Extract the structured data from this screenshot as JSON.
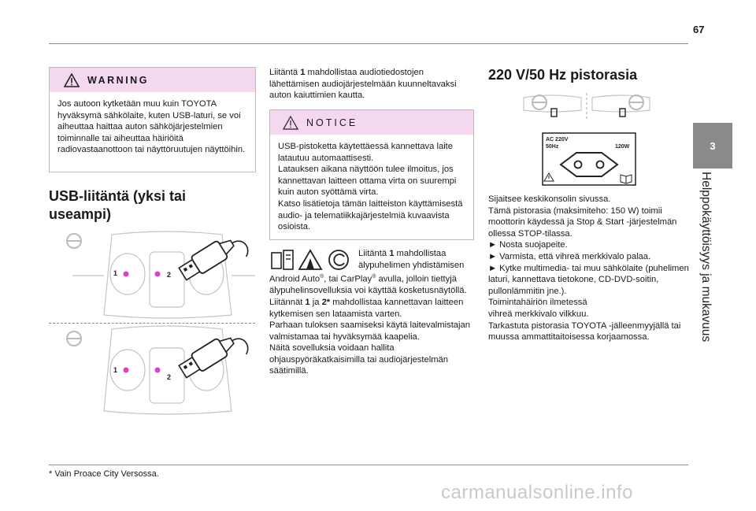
{
  "page_number": "67",
  "chapter_tab": "3",
  "chapter_title": "Helppokäyttöisyys ja mukavuus",
  "warning": {
    "title": "WARNING",
    "text": "Jos autoon kytketään muu kuin TOYOTA hyväksymä sähkölaite, kuten USB-laturi, se voi aiheuttaa haittaa auton sähköjärjestelmien toiminnalle tai aiheuttaa häiriöitä radiovastaanottoon tai näyttöruutujen näyttöihin."
  },
  "usb_heading": "USB-liitäntä (yksi tai useampi)",
  "diagram_labels": {
    "port1": "1",
    "port2": "2"
  },
  "col2_intro_pre": "Liitäntä ",
  "col2_intro_bold": "1",
  "col2_intro_post": " mahdollistaa audiotiedostojen lähettämisen audiojärjestelmään kuunneltavaksi auton kaiuttimien kautta.",
  "notice": {
    "title": "NOTICE",
    "lines": [
      "USB-pistoketta käytettäessä kannettava laite latautuu automaattisesti.",
      "Latauksen aikana näyttöön tulee ilmoitus, jos kannettavan laitteen ottama virta on suurempi kuin auton syöttämä virta.",
      "Katso lisätietoja tämän laitteiston käyttämisestä audio- ja telematiikkajärjestelmiä kuvaavista osioista."
    ]
  },
  "col2_para": {
    "line1_pre": "Liitäntä ",
    "line1_bold": "1",
    "line1_post": " mahdollistaa",
    "line2": "älypuhelimen yhdistämisen",
    "line3_a": "Android Auto",
    "reg1": "®",
    "line3_b": ", tai CarPlay",
    "reg2": "®",
    "line3_c": " avulla, jolloin tiettyjä älypuhelinsovelluksia voi käyttää kosketusnäytöllä.",
    "ports_pre": "Liitännät ",
    "ports_b1": "1",
    "ports_mid": " ja ",
    "ports_b2": "2*",
    "ports_post": " mahdollistaa kannettavan laitteen kytkemisen sen lataamista varten.",
    "cable": "Parhaan tuloksen saamiseksi käytä laitevalmistajan valmistamaa tai hyväksymää kaapelia.",
    "apps": "Näitä sovelluksia voidaan hallita ohjauspyöräkatkaisimilla tai audiojärjestelmän säätimillä."
  },
  "socket_heading": "220 V/50 Hz pistorasia",
  "socket_diagram": {
    "ac": "AC 220V",
    "hz": "50Hz",
    "watts": "120W"
  },
  "col3_lines": [
    "Sijaitsee keskikonsolin sivussa.",
    "Tämä pistorasia (maksimiteho: 150 W) toimii moottorin käydessä ja Stop & Start -järjestelmän ollessa STOP-tilassa.",
    "► Nosta suojapeite.",
    "► Varmista, että vihreä merkkivalo palaa.",
    "► Kytke multimedia- tai muu sähkölaite (puhelimen laturi, kannettava tietokone, CD-DVD-soitin, pullonlämmitin jne.).",
    "Toimintahäiriön ilmetessä",
    "vihreä merkkivalo vilkkuu.",
    "Tarkastuta pistorasia TOYOTA -jälleenmyyjällä tai muussa ammattitaitoisessa korjaamossa."
  ],
  "footnote": "* Vain Proace City Versossa.",
  "watermark": "carmanualsonline.info",
  "colors": {
    "accent_pink": "#f3d8f0",
    "tab_gray": "#8a8a8a",
    "magenta": "#e040c8"
  }
}
